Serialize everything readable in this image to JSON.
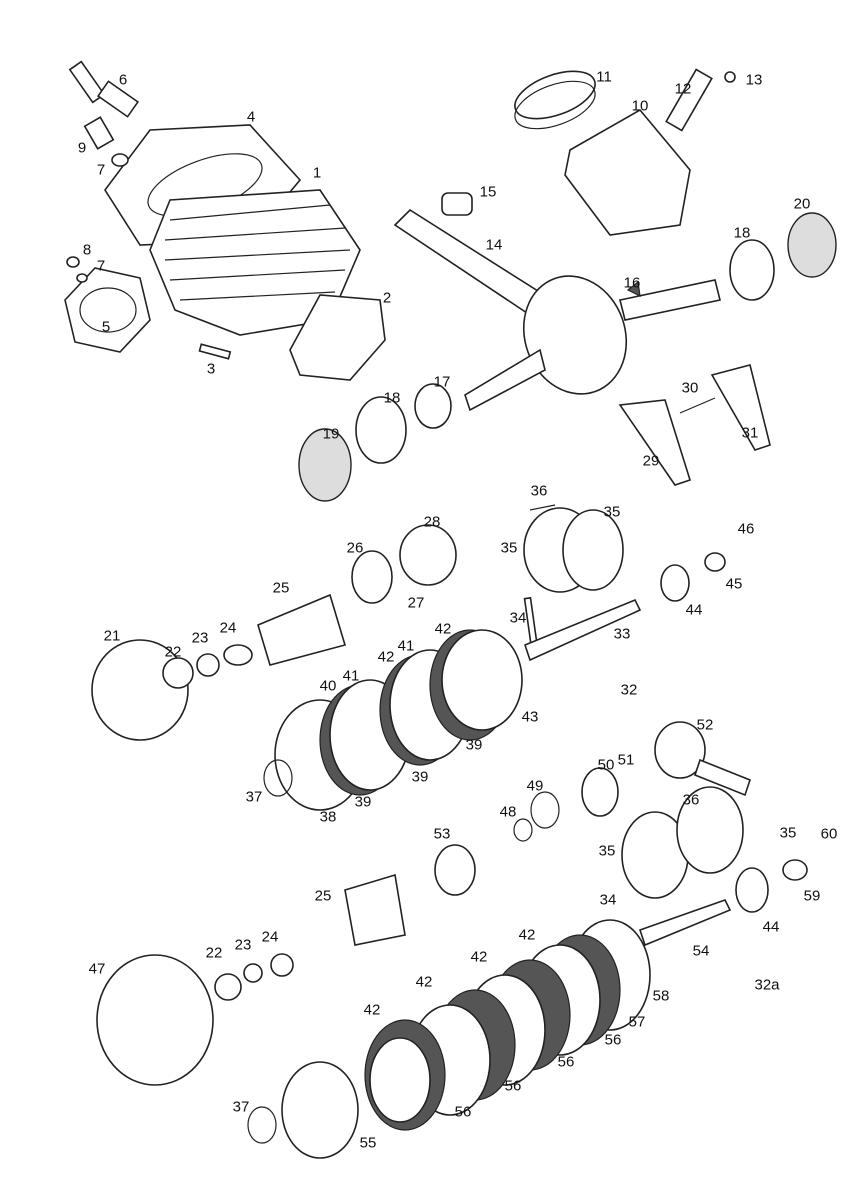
{
  "labels": [
    "6",
    "4",
    "9",
    "7",
    "1",
    "8",
    "7",
    "5",
    "2",
    "3",
    "11",
    "10",
    "12",
    "13",
    "15",
    "14",
    "18",
    "20",
    "16",
    "17",
    "18",
    "19",
    "30",
    "31",
    "29",
    "36",
    "35",
    "35",
    "28",
    "26",
    "27",
    "25",
    "46",
    "45",
    "44",
    "34",
    "33",
    "21",
    "22",
    "23",
    "24",
    "42",
    "41",
    "42",
    "41",
    "40",
    "32",
    "43",
    "39",
    "39",
    "52",
    "50",
    "51",
    "49",
    "48",
    "37",
    "38",
    "39",
    "36",
    "35",
    "53",
    "35",
    "60",
    "34",
    "25",
    "59",
    "44",
    "22",
    "23",
    "24",
    "42",
    "54",
    "47",
    "42",
    "32a",
    "42",
    "58",
    "57",
    "42",
    "56",
    "56",
    "56",
    "56",
    "37",
    "55"
  ]
}
